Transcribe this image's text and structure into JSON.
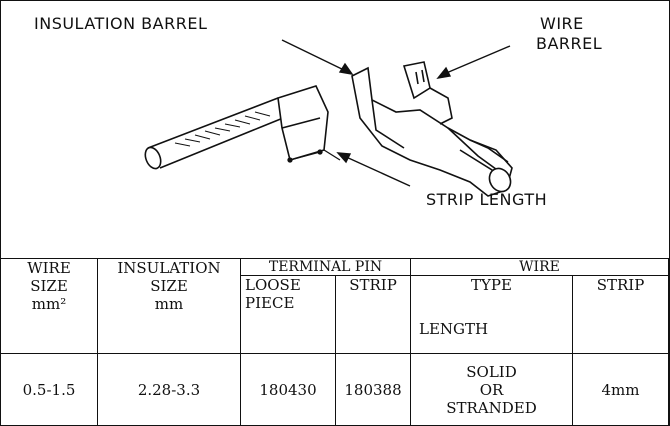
{
  "diagram": {
    "label_insulation_barrel": "INSULATION BARREL",
    "label_wire_barrel": [
      "WIRE",
      "BARREL"
    ],
    "label_strip_length": "STRIP LENGTH"
  },
  "table": {
    "header": {
      "wire_size": [
        "WIRE",
        "SIZE",
        "mm²"
      ],
      "insulation_size": [
        "INSULATION",
        "SIZE",
        "mm"
      ],
      "terminal_pin": "TERMINAL PIN",
      "loose_piece": [
        "LOOSE",
        "PIECE"
      ],
      "strip": "STRIP",
      "wire": "WIRE",
      "type": "TYPE",
      "length": "LENGTH",
      "wire_strip": "STRIP"
    },
    "row": {
      "wire_size": "0.5-1.5",
      "insulation_size": "2.28-3.3",
      "loose_piece": "180430",
      "strip": "180388",
      "type": [
        "SOLID",
        "OR",
        "STRANDED"
      ],
      "strip_length": "4mm"
    }
  }
}
